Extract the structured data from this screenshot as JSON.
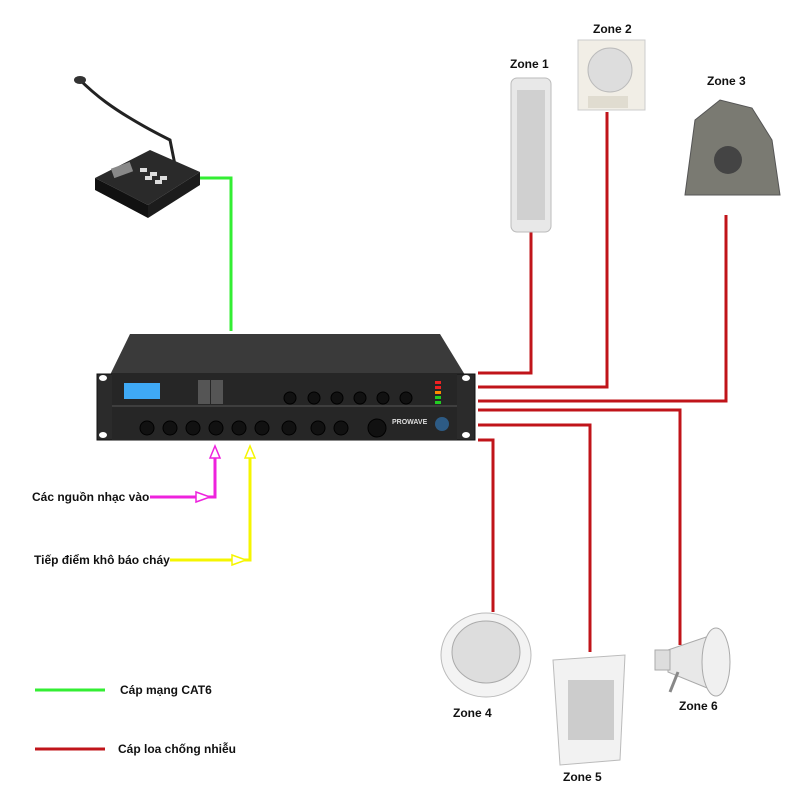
{
  "zones": [
    {
      "label": "Zone 1"
    },
    {
      "label": "Zone 2"
    },
    {
      "label": "Zone 3"
    },
    {
      "label": "Zone 4"
    },
    {
      "label": "Zone 5"
    },
    {
      "label": "Zone 6"
    }
  ],
  "inputs": {
    "music_sources": "Các nguồn nhạc vào",
    "fire_alarm_contact": "Tiếp điểm khô báo cháy"
  },
  "legend": [
    {
      "label": "Cáp mạng  CAT6",
      "color": "#33ee33"
    },
    {
      "label": "Cáp loa chống nhiễu",
      "color": "#c0141a"
    }
  ],
  "amplifier": {
    "brand": "PROWAVE"
  },
  "colors": {
    "network": "#33ee33",
    "speaker": "#c0141a",
    "music": "#ee22dd",
    "alarm": "#f5f500"
  }
}
